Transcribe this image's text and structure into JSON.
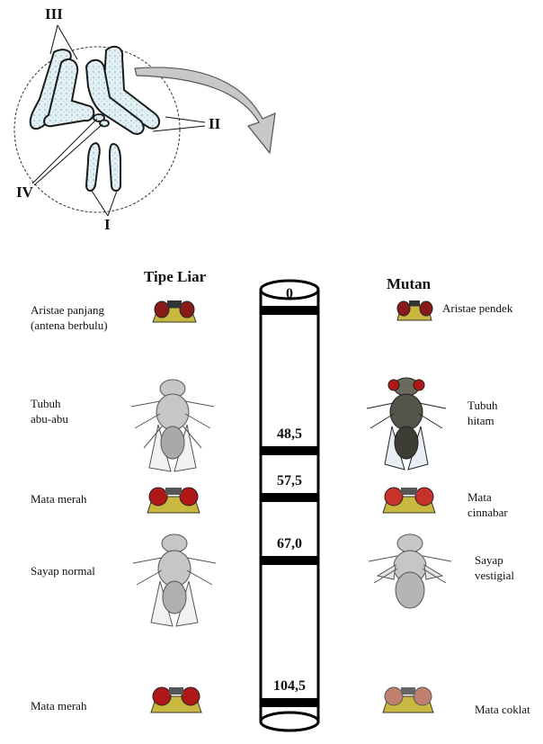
{
  "chromosome_labels": {
    "I": "I",
    "II": "II",
    "III": "III",
    "IV": "IV"
  },
  "headers": {
    "wild": "Tipe Liar",
    "mutant": "Mutan"
  },
  "loci": [
    {
      "position": "0",
      "wild_label": "Aristae panjang\n(antena berbulu)",
      "mutant_label": "Aristae pendek",
      "wild_icon": "eye-head-icon",
      "mutant_icon": "eye-head-small-icon"
    },
    {
      "position": "48,5",
      "wild_label": "Tubuh\nabu-abu",
      "mutant_label": "Tubuh\nhitam",
      "wild_icon": "grey-fly-icon",
      "mutant_icon": "black-fly-icon"
    },
    {
      "position": "57,5",
      "wild_label": "Mata merah",
      "mutant_label": "Mata\ncinnabar",
      "wild_icon": "red-eye-head-icon",
      "mutant_icon": "cinnabar-eye-head-icon"
    },
    {
      "position": "67,0",
      "wild_label": "Sayap normal",
      "mutant_label": "Sayap\nvestigial",
      "wild_icon": "normal-wing-fly-icon",
      "mutant_icon": "vestigial-wing-fly-icon"
    },
    {
      "position": "104,5",
      "wild_label": "Mata merah",
      "mutant_label": "Mata coklat",
      "wild_icon": "red-eye-head-icon",
      "mutant_icon": "brown-eye-head-icon"
    }
  ],
  "colors": {
    "eye_red": "#b01818",
    "eye_brown": "#c08070",
    "head_yellow": "#c9b840",
    "fly_grey": "#b9b9b9",
    "fly_black": "#4a4a40",
    "chrom_outline": "#222222",
    "chrom_fill": "#d8ecf2"
  }
}
